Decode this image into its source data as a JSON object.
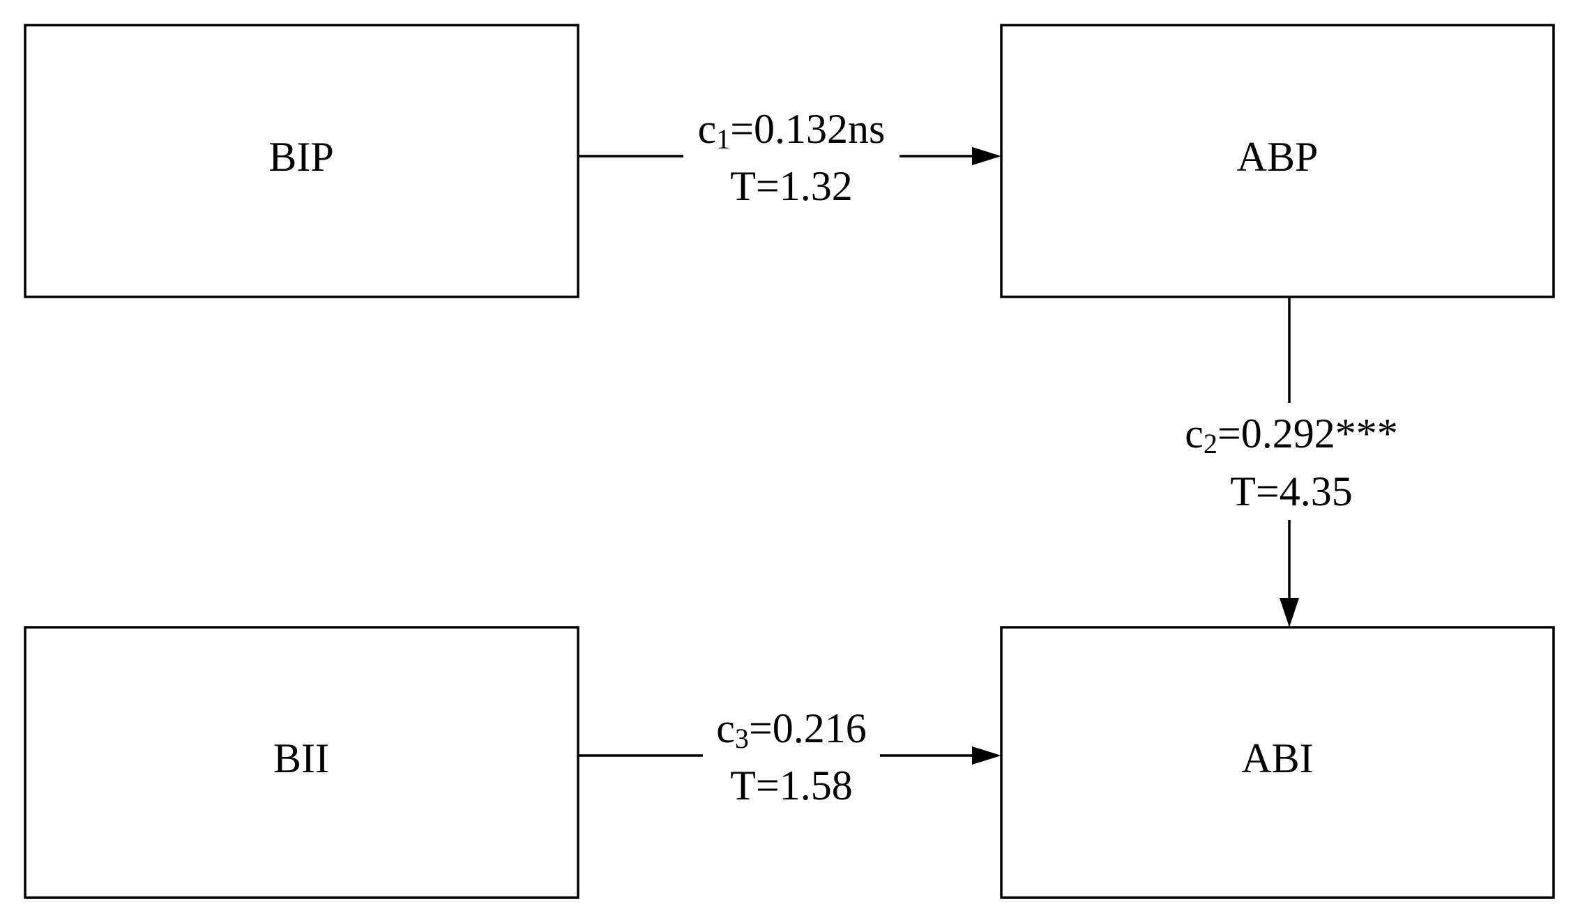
{
  "nodes": {
    "bip": {
      "label": "BIP"
    },
    "abp": {
      "label": "ABP"
    },
    "bii": {
      "label": "BII"
    },
    "abi": {
      "label": "ABI"
    }
  },
  "edges": {
    "bip_abp": {
      "from": "BIP",
      "to": "ABP",
      "coef_symbol": "c",
      "coef_subscript": "1",
      "coef_value": "=0.132ns",
      "t_stat": "T=1.32"
    },
    "abp_abi": {
      "from": "ABP",
      "to": "ABI",
      "coef_symbol": "c",
      "coef_subscript": "2",
      "coef_value": "=0.292***",
      "t_stat": "T=4.35"
    },
    "bii_abi": {
      "from": "BII",
      "to": "ABI",
      "coef_symbol": "c",
      "coef_subscript": "3",
      "coef_value": "=0.216",
      "t_stat": "T=1.58"
    }
  }
}
